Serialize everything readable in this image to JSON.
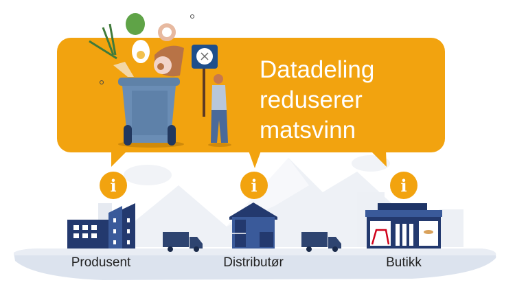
{
  "headline": {
    "lines": [
      "Datadeling",
      "reduserer",
      "matsvinn"
    ]
  },
  "stages": [
    {
      "label": "Produsent",
      "icon": "info-icon"
    },
    {
      "label": "Distributør",
      "icon": "info-icon"
    },
    {
      "label": "Butikk",
      "icon": "info-icon"
    }
  ],
  "info_glyph": "i",
  "colors": {
    "bubble": "#F2A30F",
    "building": "#23396E",
    "building_light": "#3A5A9A",
    "ground": "#DCE3EE"
  }
}
